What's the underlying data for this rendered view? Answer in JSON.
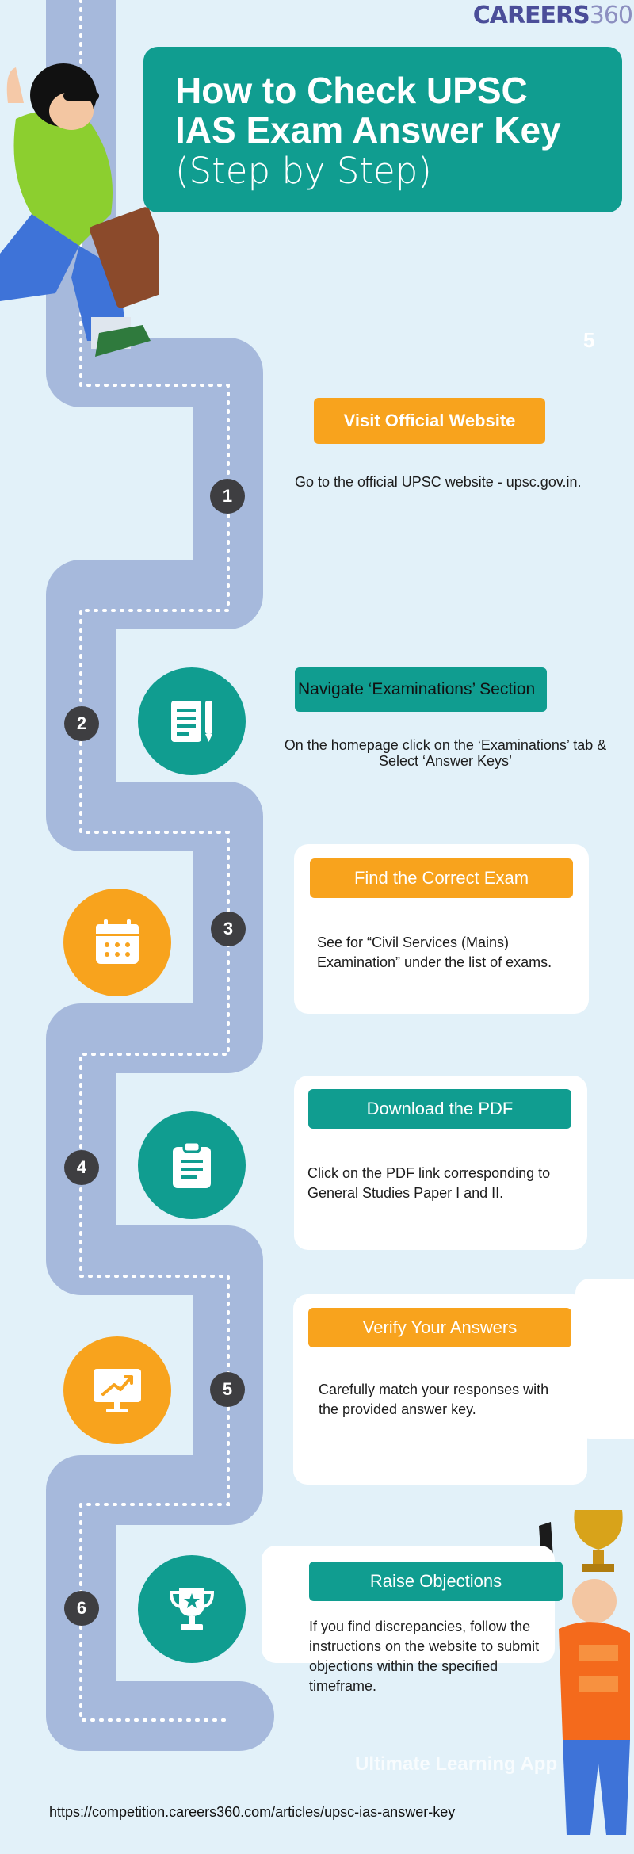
{
  "brand": {
    "logo_bold": "CAREERS",
    "logo_num": "360"
  },
  "title": {
    "line1": "How to Check UPSC",
    "line2": "IAS Exam Answer Key",
    "line3": "(Step by Step)"
  },
  "stray_number": "5",
  "steps": [
    {
      "number": "1",
      "heading": "Visit Official Website",
      "description": "Go to the official UPSC website - upsc.gov.in.",
      "icon": "none",
      "color": "#f8a31d"
    },
    {
      "number": "2",
      "heading": "Navigate ‘Examinations’ Section",
      "description": "On the homepage click on the ‘Examinations’ tab & Select ‘Answer Keys’",
      "icon": "document-icon",
      "color": "#109d90"
    },
    {
      "number": "3",
      "heading": "Find the Correct Exam",
      "description": "See for “Civil Services (Mains) Examination” under the list of exams.",
      "icon": "calendar-icon",
      "color": "#f8a31d"
    },
    {
      "number": "4",
      "heading": "Download the PDF",
      "description": "Click on the PDF link corresponding to General Studies Paper I and II.",
      "icon": "clipboard-icon",
      "color": "#109d90"
    },
    {
      "number": "5",
      "heading": "Verify Your Answers",
      "description": "Carefully match your responses with the provided answer key.",
      "icon": "monitor-chart-icon",
      "color": "#f8a31d"
    },
    {
      "number": "6",
      "heading": "Raise Objections",
      "description": "If you find discrepancies, follow the instructions on the website to submit objections within the specified timeframe.",
      "icon": "trophy-icon",
      "color": "#109d90"
    }
  ],
  "footer": {
    "app_text": "Ultimate Learning App",
    "url": "https://competition.careers360.com/articles/upsc-ias-answer-key"
  }
}
